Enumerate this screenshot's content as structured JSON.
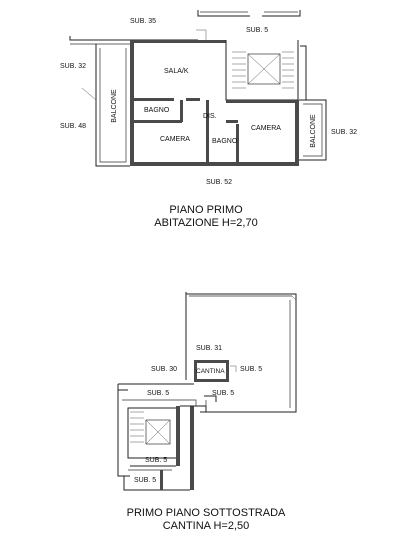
{
  "upper_plan": {
    "labels": {
      "sub35": "SUB. 35",
      "sub5": "SUB. 5",
      "sub32_left": "SUB. 32",
      "sub48": "SUB. 48",
      "sub32_right": "SUB. 32",
      "sub52": "SUB. 52",
      "balcone_left": "BALCONE",
      "balcone_right": "BALCONE",
      "sala": "SALA/K",
      "bagno1": "BAGNO",
      "dis": "DIS.",
      "camera1": "CAMERA",
      "bagno2": "BAGNO",
      "camera2": "CAMERA"
    },
    "title_line1": "PIANO PRIMO",
    "title_line2": "ABITAZIONE H=2,70"
  },
  "lower_plan": {
    "labels": {
      "sub31": "SUB. 31",
      "sub30": "SUB. 30",
      "cantina": "CANTINA",
      "sub5_right": "SUB. 5",
      "sub5_a": "SUB. 5",
      "sub5_b": "SUB. 5",
      "sub5_c": "SUB. 5",
      "sub5_d": "SUB. 5"
    },
    "title_line1": "PRIMO PIANO SOTTOSTRADA",
    "title_line2": "CANTINA H=2,50"
  }
}
